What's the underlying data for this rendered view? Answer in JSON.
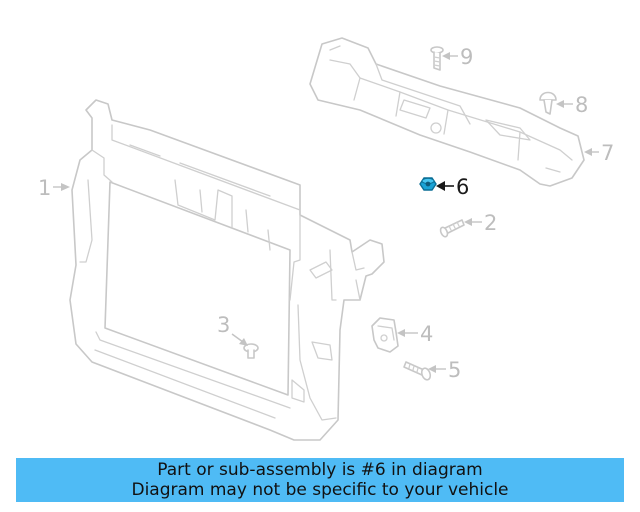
{
  "diagram": {
    "callouts": [
      {
        "number": "1",
        "highlighted": false
      },
      {
        "number": "2",
        "highlighted": false
      },
      {
        "number": "3",
        "highlighted": false
      },
      {
        "number": "4",
        "highlighted": false
      },
      {
        "number": "5",
        "highlighted": false
      },
      {
        "number": "6",
        "highlighted": true
      },
      {
        "number": "7",
        "highlighted": false
      },
      {
        "number": "8",
        "highlighted": false
      },
      {
        "number": "9",
        "highlighted": false
      }
    ],
    "colors": {
      "outline": "#c8c8c8",
      "highlight_part": "#1aa3d6",
      "highlight_text": "#1a1a1a"
    }
  },
  "banner": {
    "line1": "Part or sub-assembly is #6 in diagram",
    "line2": "Diagram may not be specific to your vehicle",
    "background": "#4fbbf5"
  }
}
